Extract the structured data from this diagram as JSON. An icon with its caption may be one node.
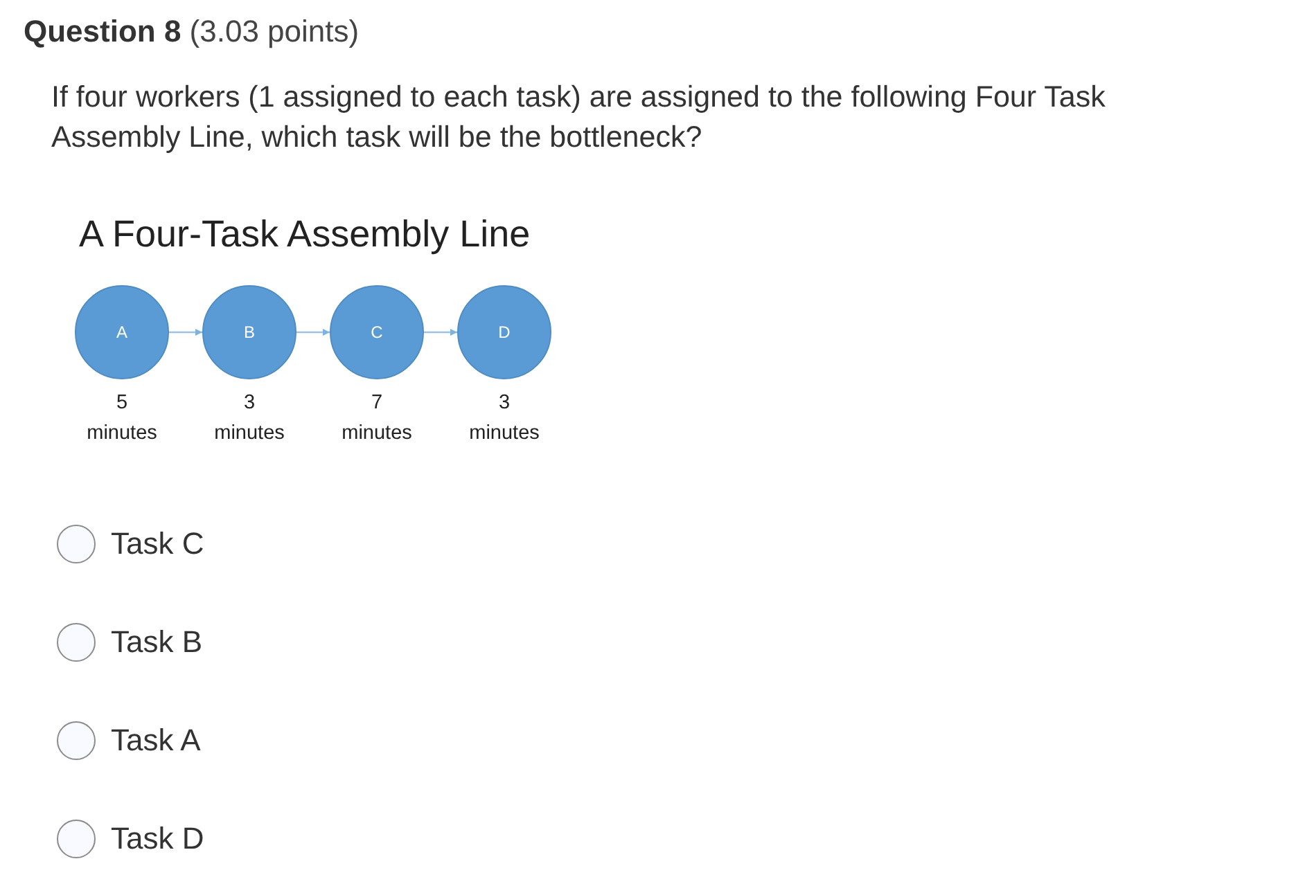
{
  "diagram": {
    "title": "A Four-Task Assembly Line",
    "nodes": [
      {
        "text": [
          "A"
        ],
        "beside": [
          "5 minutes"
        ]
      },
      {
        "text": [
          "B"
        ],
        "beside": [
          "3 minutes"
        ]
      },
      {
        "text": [
          "C"
        ],
        "beside": [
          "7 minutes"
        ]
      },
      {
        "text": [
          "D"
        ],
        "beside": [
          "3 minutes"
        ]
      }
    ],
    "edges": [
      {
        "from": 0,
        "to": 1,
        "arrow": "to"
      },
      {
        "from": 1,
        "to": 2,
        "arrow": "to"
      },
      {
        "from": 2,
        "to": 3,
        "arrow": "to"
      }
    ],
    "labels": [
      "**Question 8** (3.03 points)",
      "If four workers (1 assigned to each task) are assigned to the following Four Task Assembly Line, which task will be the bottleneck?",
      "Task C",
      "Task B",
      "Task A",
      "Task D"
    ]
  }
}
